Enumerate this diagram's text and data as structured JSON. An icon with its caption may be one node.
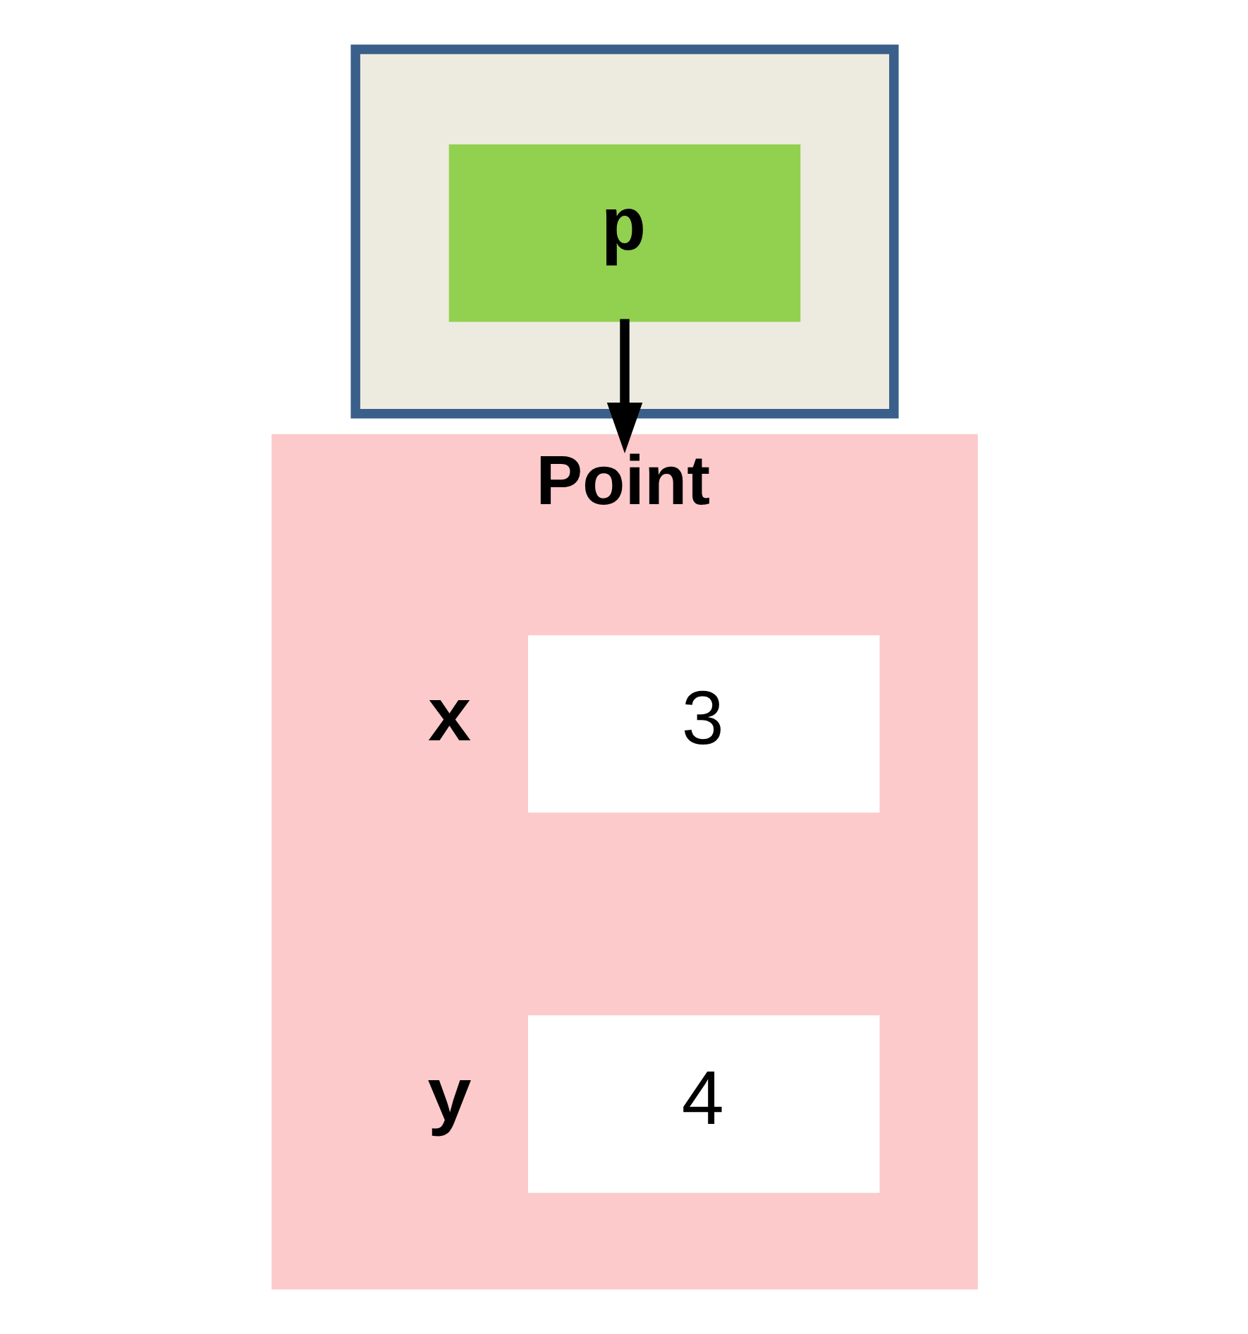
{
  "diagram": {
    "nodes": [
      {
        "text": [],
        "shape": "box"
      },
      {
        "text": [
          "p"
        ],
        "in": 0
      },
      {
        "text": [
          "Point"
        ]
      },
      {
        "text": [
          "3"
        ],
        "in": 2,
        "beside": [
          "x"
        ]
      },
      {
        "text": [
          "4"
        ],
        "in": 2,
        "beside": [
          "y"
        ]
      }
    ],
    "edges": [
      {
        "from": 1,
        "to": 2,
        "arrow": "to"
      }
    ]
  }
}
